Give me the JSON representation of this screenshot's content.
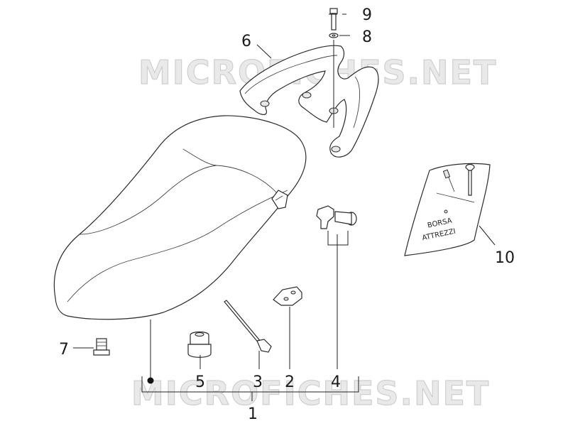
{
  "watermark": {
    "text": "MICROFICHES.NET"
  },
  "bag_label": {
    "line1": "BORSA",
    "line2": "ATTREZZI"
  },
  "callouts": {
    "c1": "1",
    "c2": "2",
    "c3": "3",
    "c4": "4",
    "c5": "5",
    "c6": "6",
    "c7": "7",
    "c8": "8",
    "c9": "9",
    "c10": "10"
  }
}
